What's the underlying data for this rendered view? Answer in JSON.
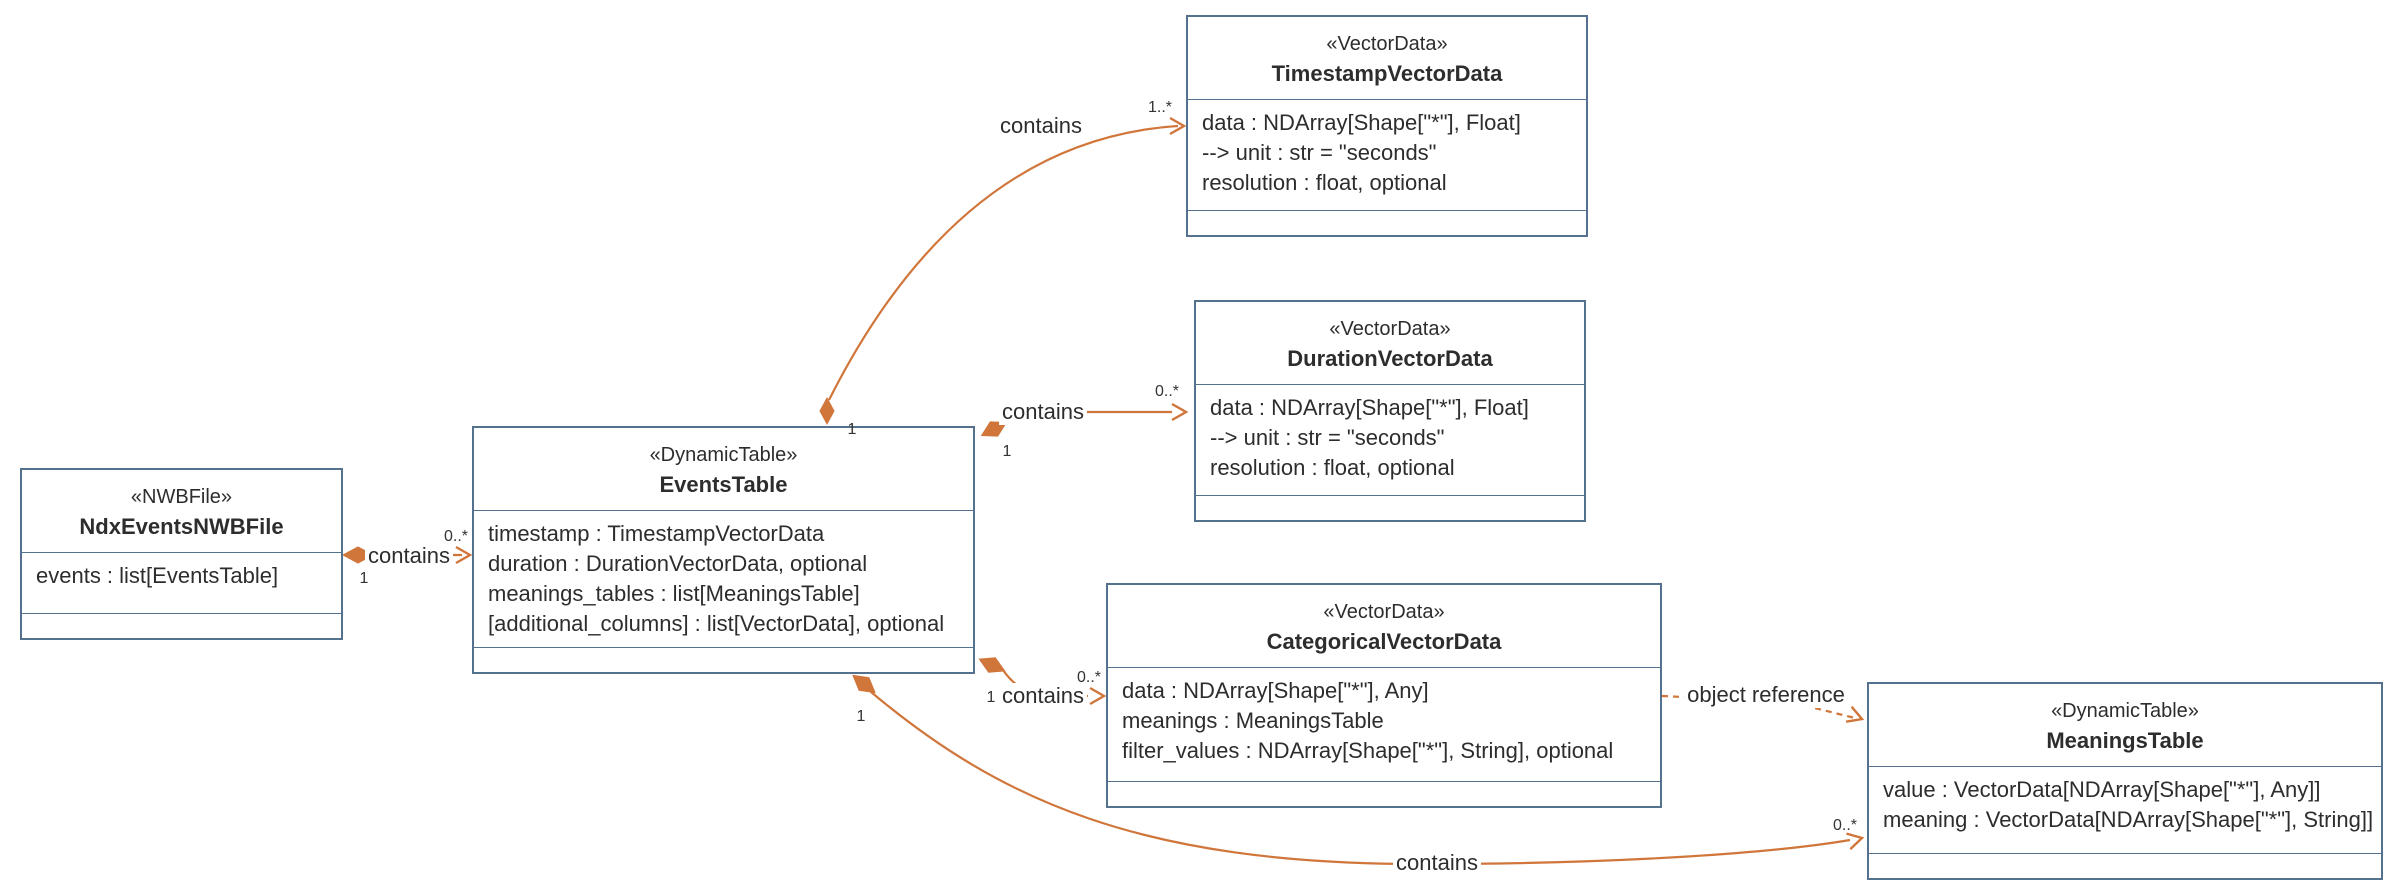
{
  "diagram": {
    "title": "ndx-events UML class diagram",
    "colors": {
      "box_border": "#54718e",
      "relation_accent": "#d0763b",
      "text": "#2d2d2d",
      "background": "#ffffff"
    },
    "classes": [
      {
        "id": "ndx-events-nwb-file",
        "stereotype": "«NWBFile»",
        "name": "NdxEventsNWBFile",
        "attributes": [
          "events : list[EventsTable]"
        ]
      },
      {
        "id": "events-table",
        "stereotype": "«DynamicTable»",
        "name": "EventsTable",
        "attributes": [
          "timestamp : TimestampVectorData",
          "duration : DurationVectorData, optional",
          "meanings_tables : list[MeaningsTable]",
          "[additional_columns] : list[VectorData], optional"
        ]
      },
      {
        "id": "timestamp-vector-data",
        "stereotype": "«VectorData»",
        "name": "TimestampVectorData",
        "attributes": [
          "data : NDArray[Shape[\"*\"], Float]",
          "--> unit : str = \"seconds\"",
          "resolution : float, optional"
        ]
      },
      {
        "id": "duration-vector-data",
        "stereotype": "«VectorData»",
        "name": "DurationVectorData",
        "attributes": [
          "data : NDArray[Shape[\"*\"], Float]",
          "--> unit : str = \"seconds\"",
          "resolution : float, optional"
        ]
      },
      {
        "id": "categorical-vector-data",
        "stereotype": "«VectorData»",
        "name": "CategoricalVectorData",
        "attributes": [
          "data : NDArray[Shape[\"*\"], Any]",
          "meanings : MeaningsTable",
          "filter_values : NDArray[Shape[\"*\"], String], optional"
        ]
      },
      {
        "id": "meanings-table",
        "stereotype": "«DynamicTable»",
        "name": "MeaningsTable",
        "attributes": [
          "value : VectorData[NDArray[Shape[\"*\"], Any]]",
          "meaning : VectorData[NDArray[Shape[\"*\"], String]]"
        ]
      }
    ],
    "relations": [
      {
        "name": "nwbfile-contains-events",
        "label": "contains",
        "source_mult": "1",
        "target_mult": "0..*"
      },
      {
        "name": "events-contains-timestamp",
        "label": "contains",
        "source_mult": "1",
        "target_mult": "1..*"
      },
      {
        "name": "events-contains-duration",
        "label": "contains",
        "source_mult": "1",
        "target_mult": "0..*"
      },
      {
        "name": "events-contains-categorical",
        "label": "contains",
        "source_mult": "1",
        "target_mult": "0..*"
      },
      {
        "name": "events-contains-meanings",
        "label": "contains",
        "source_mult": "1",
        "target_mult": "0..*"
      },
      {
        "name": "categorical-references-meanings",
        "label": "object reference"
      }
    ]
  }
}
